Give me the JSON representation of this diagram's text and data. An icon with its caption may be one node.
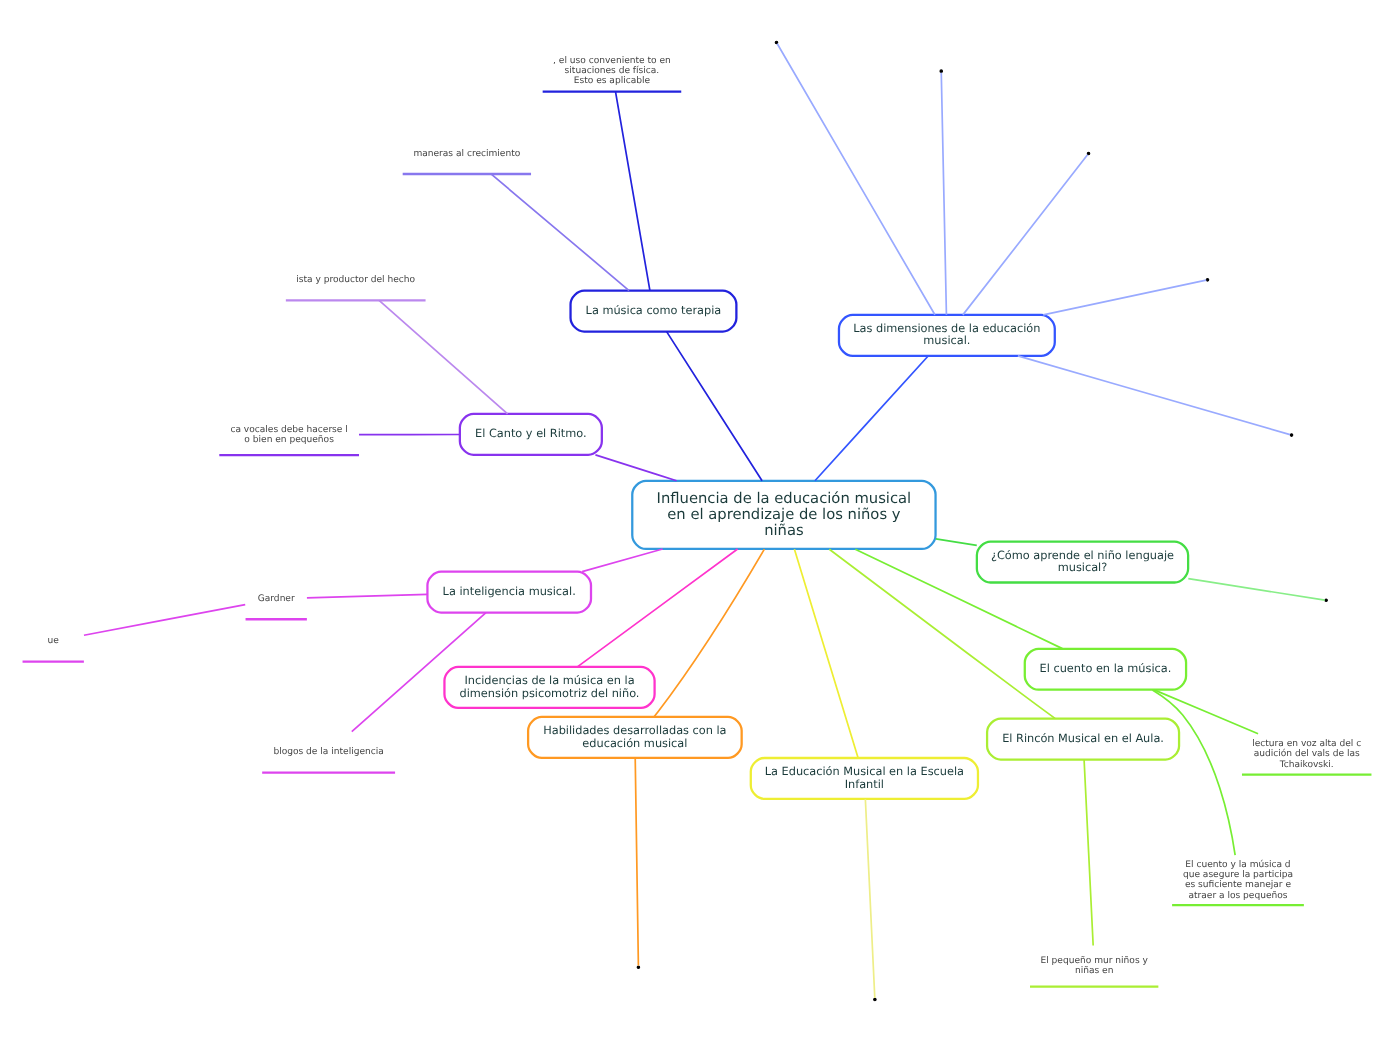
{
  "diagram": {
    "nodes": [
      {
        "text": [
          "Influencia de la educación musical en el aprendizaje de los niños y niñas"
        ]
      },
      {
        "text": [
          "Las dimensiones de la educación musical."
        ]
      },
      {
        "text": [
          "La música como terapia"
        ]
      },
      {
        "text": [
          ", el uso conveniente to en situaciones de física. Esto es aplicable"
        ]
      },
      {
        "text": [
          "maneras al crecimiento"
        ]
      },
      {
        "text": [
          "El Canto y el Ritmo."
        ]
      },
      {
        "text": [
          "ista y productor del hecho"
        ]
      },
      {
        "text": [
          "ca vocales debe hacerse l o bien en pequeños"
        ]
      },
      {
        "text": [
          "La inteligencia musical."
        ]
      },
      {
        "text": [
          "Gardner"
        ]
      },
      {
        "text": [
          "ue"
        ]
      },
      {
        "text": [
          "blogos de la inteligencia"
        ]
      },
      {
        "text": [
          "Incidencias de la música en la dimensión psicomotriz del niño."
        ]
      },
      {
        "text": [
          "Habilidades desarrolladas con la educación musical"
        ]
      },
      {
        "text": [
          "La Educación Musical en la Escuela Infantil"
        ]
      },
      {
        "text": [
          "El Rincón Musical en el Aula."
        ]
      },
      {
        "text": [
          "El pequeño mur niños y niñas en"
        ]
      },
      {
        "text": [
          "El cuento en la música."
        ]
      },
      {
        "text": [
          "El cuento y la música d que asegure la participa es suficiente manejar e atraer a los pequeños"
        ]
      },
      {
        "text": [
          "lectura en voz alta del c audición del vals de las Tchaikovski."
        ]
      },
      {
        "text": [
          "¿Cómo aprende el niño lenguaje musical?"
        ]
      }
    ],
    "edges": [
      {
        "from": 0,
        "to": 1,
        "arrow": "none",
        "color": "#3355ff"
      },
      {
        "from": 1,
        "to": null,
        "arrow": "none",
        "color": "#99aaff"
      },
      {
        "from": 1,
        "to": null,
        "arrow": "none",
        "color": "#99aaff"
      },
      {
        "from": 1,
        "to": null,
        "arrow": "none",
        "color": "#99aaff"
      },
      {
        "from": 1,
        "to": null,
        "arrow": "none",
        "color": "#99aaff"
      },
      {
        "from": 1,
        "to": null,
        "arrow": "none",
        "color": "#99aaff"
      },
      {
        "from": 0,
        "to": 2,
        "arrow": "none",
        "color": "#2222dd"
      },
      {
        "from": 2,
        "to": 3,
        "arrow": "none",
        "color": "#2222dd"
      },
      {
        "from": 2,
        "to": 4,
        "arrow": "none",
        "color": "#8877ee"
      },
      {
        "from": 0,
        "to": 5,
        "arrow": "none",
        "color": "#8833ee"
      },
      {
        "from": 5,
        "to": 6,
        "arrow": "none",
        "color": "#bb88ee"
      },
      {
        "from": 5,
        "to": 7,
        "arrow": "none",
        "color": "#8833ee"
      },
      {
        "from": 0,
        "to": 8,
        "arrow": "none",
        "color": "#dd44ee"
      },
      {
        "from": 8,
        "to": 9,
        "arrow": "none",
        "color": "#dd44ee"
      },
      {
        "from": 9,
        "to": 10,
        "arrow": "none",
        "color": "#dd44ee"
      },
      {
        "from": 8,
        "to": 11,
        "arrow": "none",
        "color": "#dd44ee"
      },
      {
        "from": 0,
        "to": 12,
        "arrow": "none",
        "color": "#ff33cc"
      },
      {
        "from": 0,
        "to": 13,
        "arrow": "none",
        "color": "#ff9922"
      },
      {
        "from": 13,
        "to": null,
        "arrow": "none",
        "color": "#ff9922"
      },
      {
        "from": 0,
        "to": 14,
        "arrow": "none",
        "color": "#eeee33"
      },
      {
        "from": 14,
        "to": null,
        "arrow": "none",
        "color": "#eeee88"
      },
      {
        "from": 0,
        "to": 15,
        "arrow": "none",
        "color": "#aaee33"
      },
      {
        "from": 15,
        "to": 16,
        "arrow": "none",
        "color": "#aaee33"
      },
      {
        "from": 0,
        "to": 17,
        "arrow": "none",
        "color": "#77ee33"
      },
      {
        "from": 17,
        "to": 18,
        "arrow": "none",
        "color": "#77ee33"
      },
      {
        "from": 17,
        "to": 19,
        "arrow": "none",
        "color": "#77ee33"
      },
      {
        "from": 0,
        "to": 20,
        "arrow": "none",
        "color": "#44dd44"
      },
      {
        "from": 20,
        "to": null,
        "arrow": "none",
        "color": "#88ee88"
      }
    ]
  }
}
